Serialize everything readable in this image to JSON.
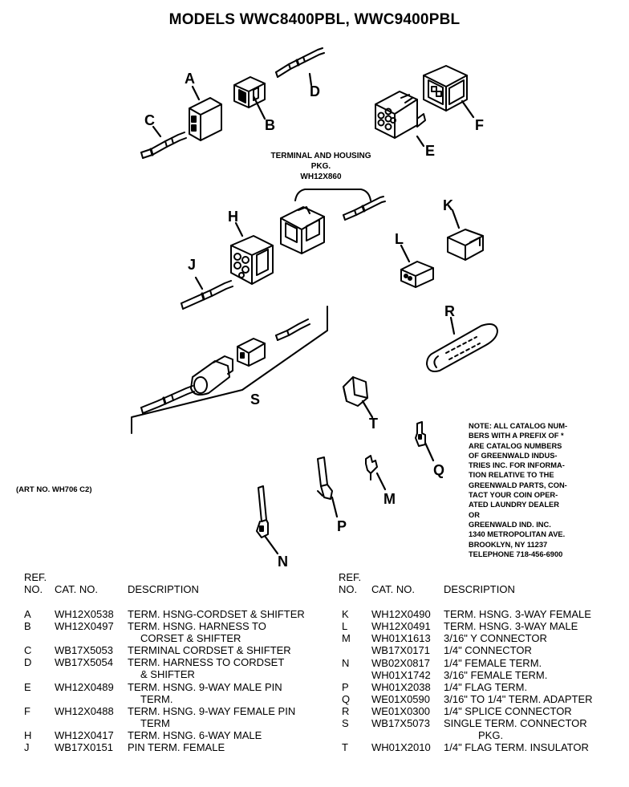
{
  "title": "MODELS WWC8400PBL, WWC9400PBL",
  "callouts": {
    "A": "A",
    "B": "B",
    "C": "C",
    "D": "D",
    "E": "E",
    "F": "F",
    "H": "H",
    "J": "J",
    "K": "K",
    "L": "L",
    "R": "R",
    "S": "S",
    "T": "T",
    "Q": "Q",
    "M": "M",
    "P": "P",
    "N": "N"
  },
  "pkg_label": [
    "TERMINAL AND HOUSING",
    "PKG.",
    "WH12X860"
  ],
  "art_no": "(ART NO. WH706 C2)",
  "note_lines": [
    "NOTE: ALL CATALOG NUM-",
    "BERS WITH A PREFIX OF *",
    "ARE CATALOG NUMBERS",
    "OF GREENWALD INDUS-",
    "TRIES INC. FOR INFORMA-",
    "TION RELATIVE TO THE",
    "GREENWALD PARTS, CON-",
    "TACT YOUR COIN OPER-",
    "ATED LAUNDRY DEALER",
    "OR",
    "GREENWALD IND. INC.",
    "1340 METROPOLITAN AVE.",
    "BROOKLYN, NY 11237",
    "TELEPHONE  718-456-6900"
  ],
  "table_headers": {
    "ref1": "REF.",
    "ref2": "NO.",
    "cat": "CAT. NO.",
    "desc": "DESCRIPTION"
  },
  "left_rows": [
    {
      "ref": "A",
      "cat": "WH12X0538",
      "desc": "TERM. HSNG-CORDSET & SHIFTER"
    },
    {
      "ref": "B",
      "cat": "WH12X0497",
      "desc": "TERM. HSNG. HARNESS TO"
    },
    {
      "ref": "",
      "cat": "",
      "desc": "CORSET & SHIFTER"
    },
    {
      "ref": "C",
      "cat": "WB17X5053",
      "desc": "TERMINAL CORDSET & SHIFTER"
    },
    {
      "ref": "D",
      "cat": "WB17X5054",
      "desc": "TERM. HARNESS TO CORDSET"
    },
    {
      "ref": "",
      "cat": "",
      "desc": "& SHIFTER"
    },
    {
      "ref": "E",
      "cat": "WH12X0489",
      "desc": "TERM. HSNG. 9-WAY MALE PIN"
    },
    {
      "ref": "",
      "cat": "",
      "desc": "TERM."
    },
    {
      "ref": "F",
      "cat": "WH12X0488",
      "desc": "TERM. HSNG. 9-WAY FEMALE PIN"
    },
    {
      "ref": "",
      "cat": "",
      "desc": "TERM"
    },
    {
      "ref": "H",
      "cat": "WH12X0417",
      "desc": "TERM. HSNG. 6-WAY MALE"
    },
    {
      "ref": "J",
      "cat": "WB17X0151",
      "desc": "PIN TERM. FEMALE"
    }
  ],
  "right_rows": [
    {
      "ref": "K",
      "cat": "WH12X0490",
      "desc": "TERM. HSNG. 3-WAY FEMALE"
    },
    {
      "ref": "L",
      "cat": "WH12X0491",
      "desc": "TERM. HSNG. 3-WAY MALE"
    },
    {
      "ref": "M",
      "cat": "WH01X1613",
      "desc": "3/16\" Y CONNECTOR"
    },
    {
      "ref": "",
      "cat": "WB17X0171",
      "desc": "1/4\" CONNECTOR"
    },
    {
      "ref": "N",
      "cat": "WB02X0817",
      "desc": "1/4\" FEMALE TERM."
    },
    {
      "ref": "",
      "cat": "WH01X1742",
      "desc": "3/16\" FEMALE TERM."
    },
    {
      "ref": "P",
      "cat": "WH01X2038",
      "desc": "1/4\" FLAG TERM."
    },
    {
      "ref": "Q",
      "cat": "WE01X0590",
      "desc": "3/16\" TO 1/4\" TERM. ADAPTER"
    },
    {
      "ref": "R",
      "cat": "WE01X0300",
      "desc": "1/4\" SPLICE CONNECTOR"
    },
    {
      "ref": "S",
      "cat": "WB17X5073",
      "desc": "SINGLE TERM. CONNECTOR"
    },
    {
      "ref": "",
      "cat": "",
      "desc": "PKG."
    },
    {
      "ref": "T",
      "cat": "WH01X2010",
      "desc": "1/4\" FLAG TERM. INSULATOR"
    }
  ]
}
